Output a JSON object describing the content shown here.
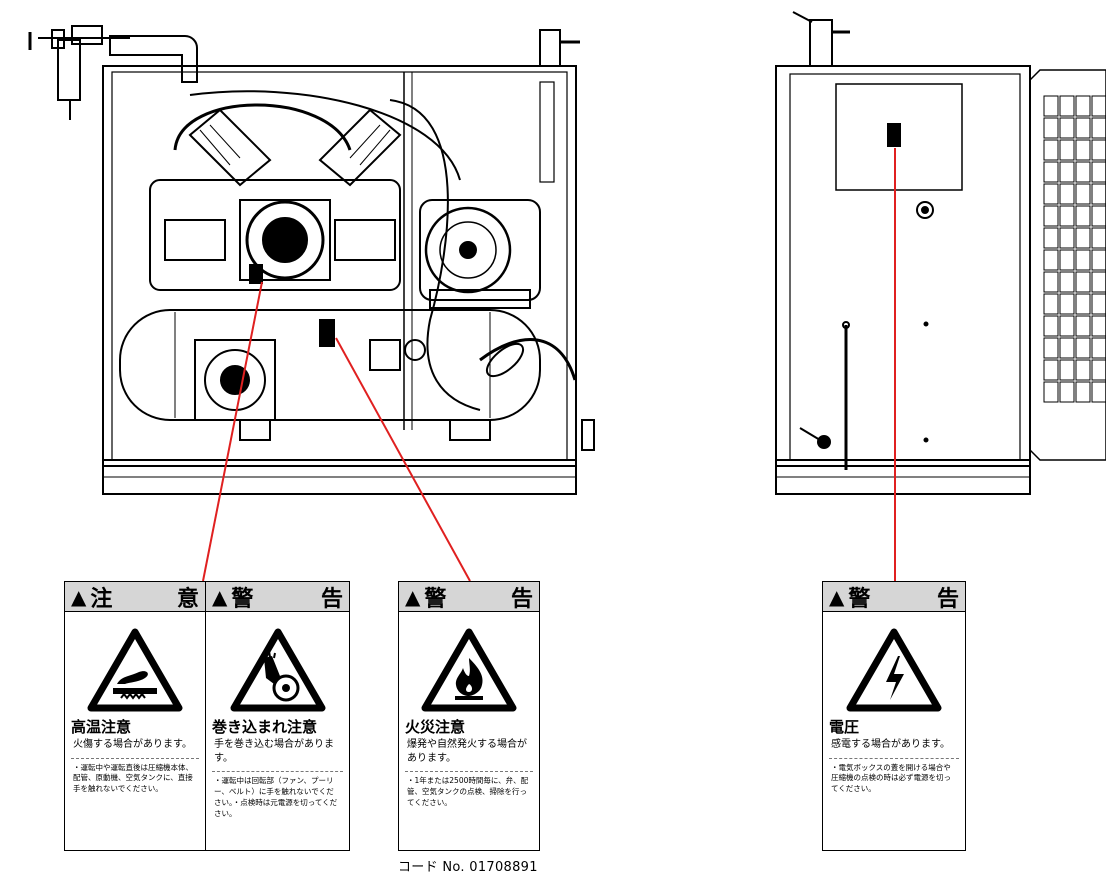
{
  "labels": [
    {
      "id": "caution-heat",
      "head_icon": "warning-triangle-icon",
      "head": "注　意",
      "pictogram": "hot-surface-icon",
      "title": "高温注意",
      "subtitle": "火傷する場合があります。",
      "note": "・運転中や運転直後は圧縮機本体、配管、原動機、空気タンクに、直接手を触れないでください。"
    },
    {
      "id": "warning-entangle",
      "head_icon": "warning-triangle-icon",
      "head": "警　告",
      "pictogram": "hand-entanglement-icon",
      "title": "巻き込まれ注意",
      "subtitle": "手を巻き込む場合があります。",
      "note": "・運転中は回転部（ファン、プーリー、ベルト）に手を触れないでください。・点検時は元電源を切ってください。"
    },
    {
      "id": "warning-fire",
      "head_icon": "warning-triangle-icon",
      "head": "警　告",
      "pictogram": "flame-icon",
      "title": "火災注意",
      "subtitle": "爆発や自然発火する場合があります。",
      "note": "・1年または2500時間毎に、弁、配管、空気タンクの点検、掃除を行ってください。"
    },
    {
      "id": "warning-voltage",
      "head_icon": "warning-triangle-icon",
      "head": "警　告",
      "pictogram": "high-voltage-icon",
      "title": "電圧",
      "subtitle": "感電する場合があります。",
      "note": "・電気ボックスの蓋を開ける場合や圧縮機の点検の時は必ず電源を切ってください。"
    }
  ],
  "code": "コード No. 01708891",
  "colors": {
    "leader_line": "#e02020",
    "label_header": "#d6d6d6",
    "drawing": "#000000"
  }
}
